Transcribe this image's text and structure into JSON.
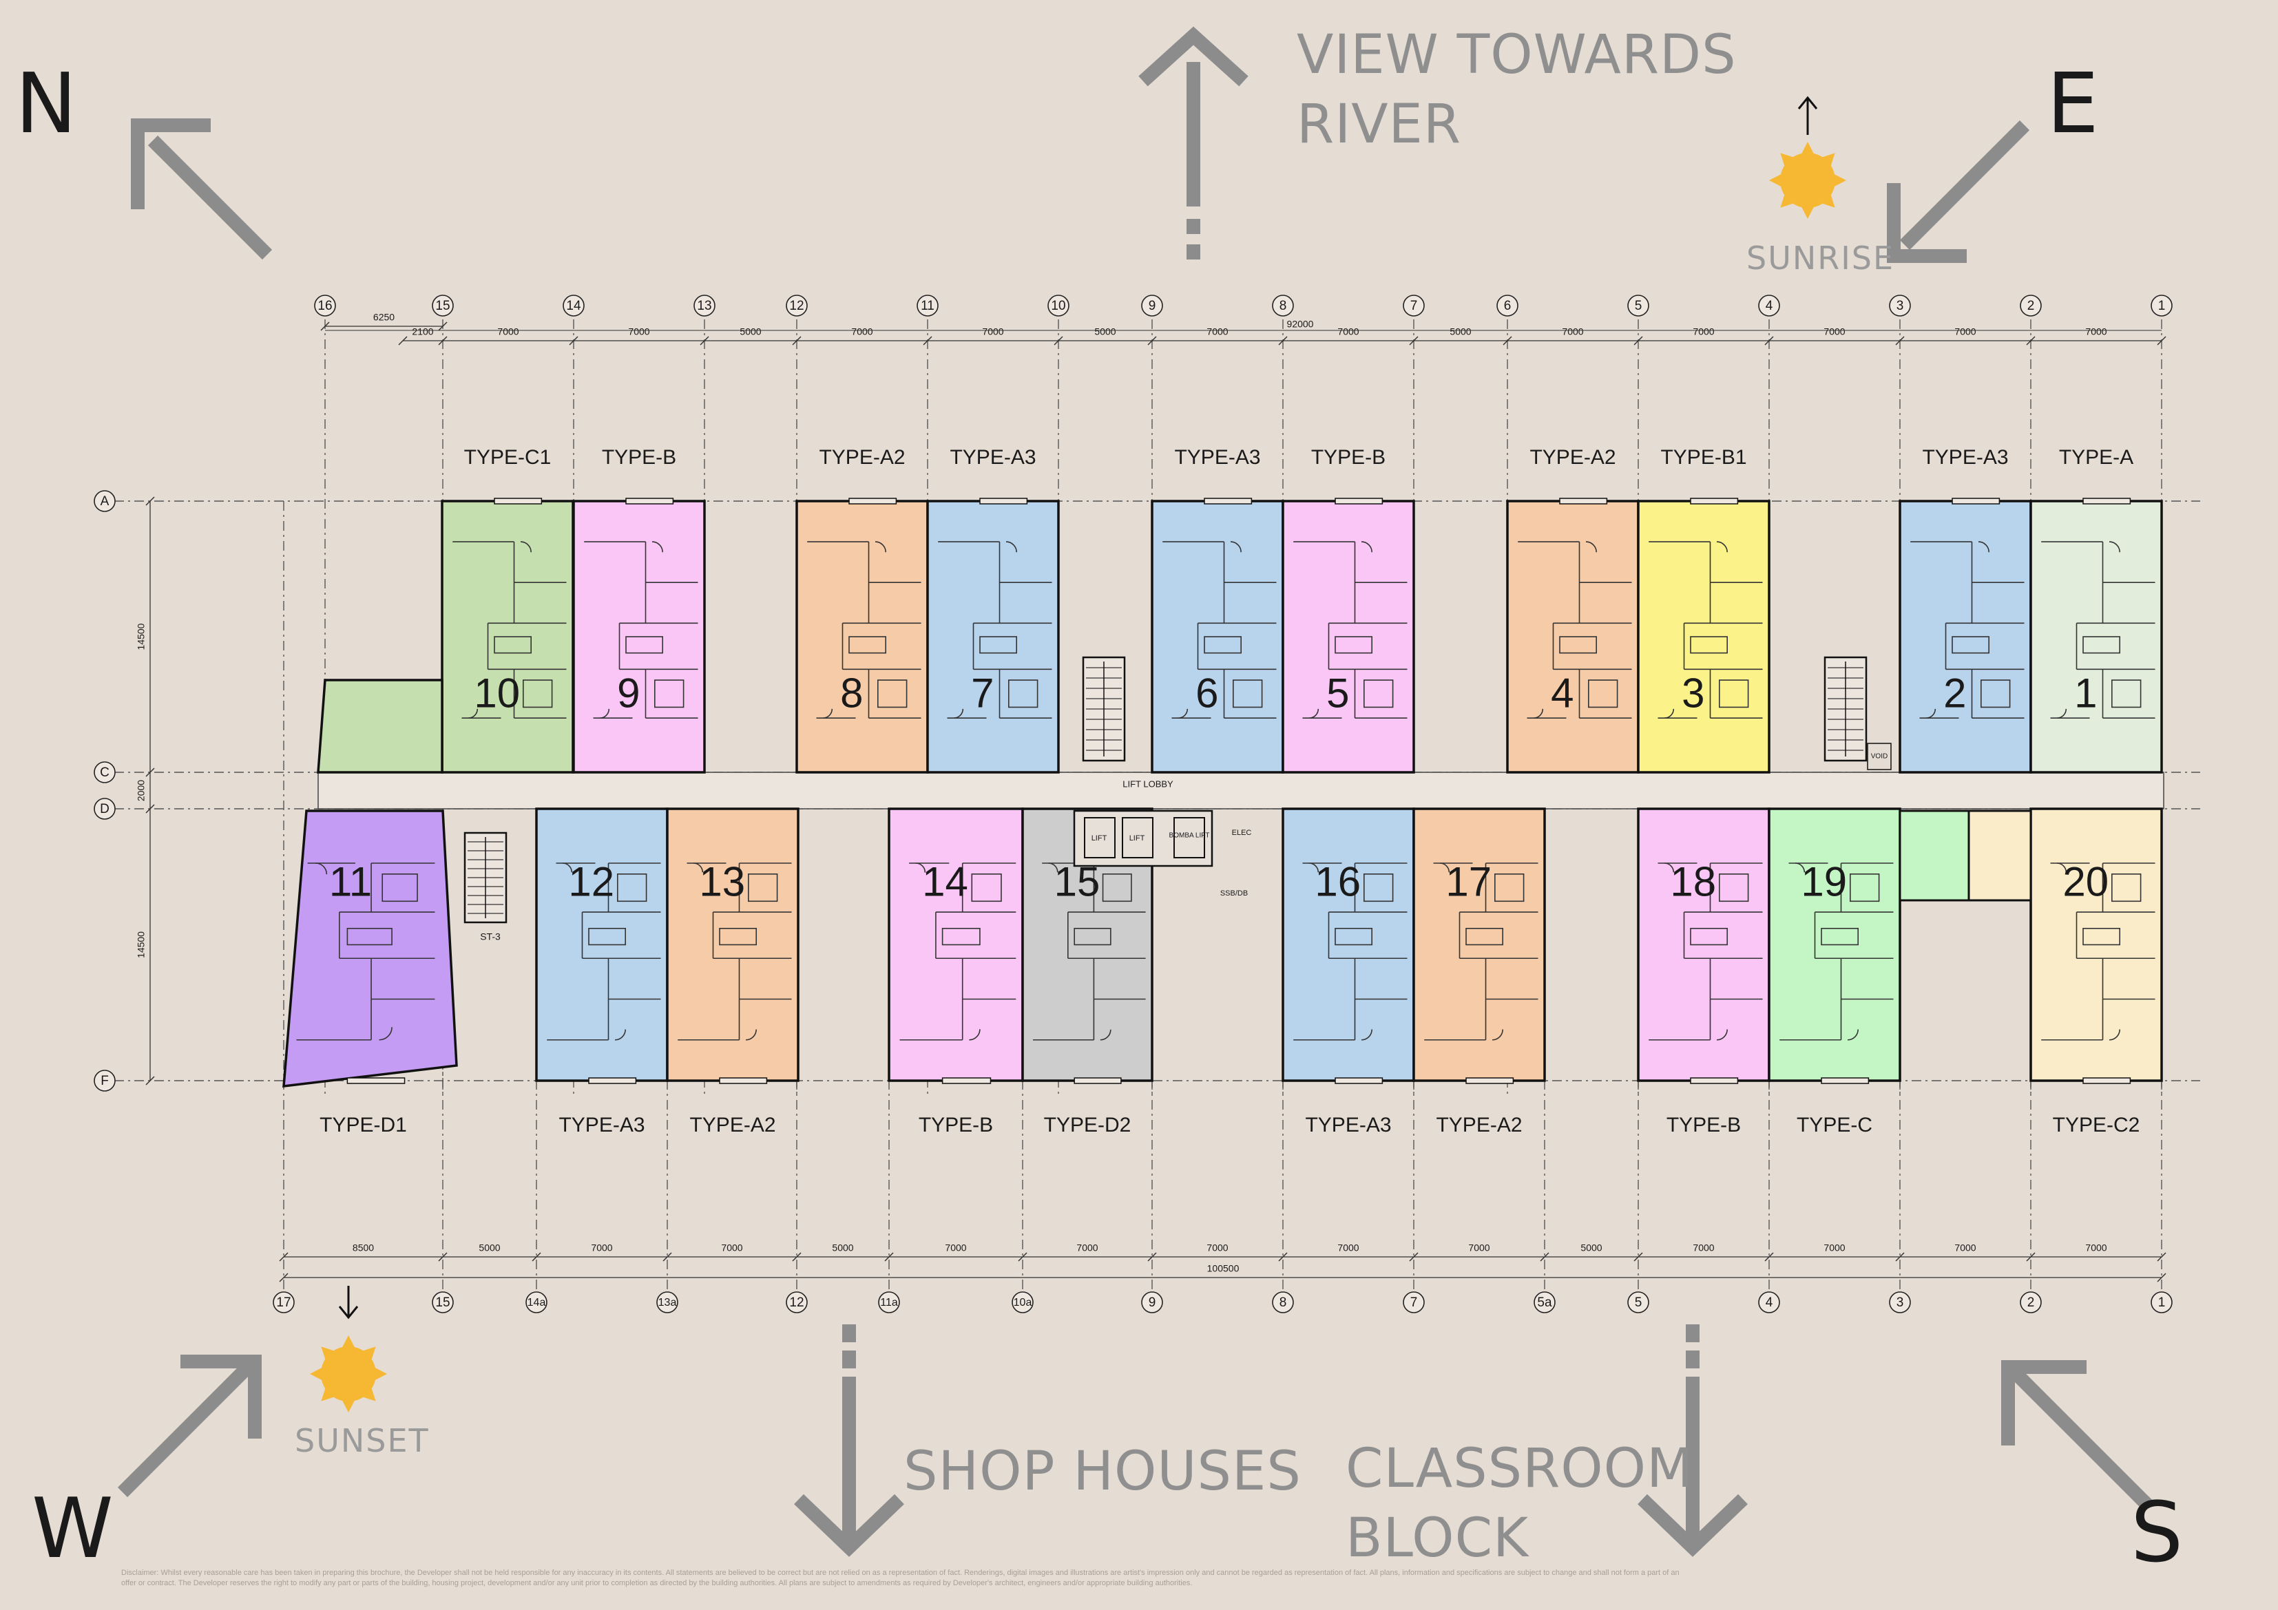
{
  "compass": {
    "north": "N",
    "east": "E",
    "west": "W",
    "south": "S"
  },
  "views": {
    "top": [
      "VIEW TOWARDS",
      "RIVER"
    ],
    "bottom_left": [
      "SHOP HOUSES"
    ],
    "bottom_right": [
      "CLASSROOM",
      "BLOCK"
    ]
  },
  "sun": {
    "sunrise": "SUNRISE",
    "sunset": "SUNSET"
  },
  "colors": {
    "background": "#e5dcd3",
    "arrow": "#8c8c8c",
    "sun": "#f6b833",
    "TYPE-A": "#e2eedb",
    "TYPE-A2": "#f6cba8",
    "TYPE-A3": "#b8d3ec",
    "TYPE-B": "#f9c6f5",
    "TYPE-B1": "#fbf38a",
    "TYPE-C": "#c4f5c4",
    "TYPE-C1": "#c5dfae",
    "TYPE-C2": "#faebc9",
    "TYPE-D1": "#c59cf4",
    "TYPE-D2": "#cdcdcd"
  },
  "grid_top": [
    "16",
    "15",
    "14",
    "13",
    "12",
    "11",
    "10",
    "9",
    "8",
    "7",
    "6",
    "5",
    "4",
    "3",
    "2",
    "1"
  ],
  "grid_bottom": [
    "17",
    "15",
    "14a",
    "13a",
    "12",
    "11a",
    "10a",
    "9",
    "8",
    "7",
    "5a",
    "5",
    "4",
    "3",
    "2",
    "1"
  ],
  "grid_rows": [
    "A",
    "C",
    "D",
    "F"
  ],
  "dims_top": [
    "2100",
    "7000",
    "7000",
    "5000",
    "7000",
    "7000",
    "5000",
    "7000",
    "7000",
    "5000",
    "7000",
    "7000",
    "7000",
    "7000",
    "7000"
  ],
  "dims_top_extra": {
    "first": "6250",
    "overall": "92000"
  },
  "dims_bottom": [
    "8500",
    "5000",
    "7000",
    "7000",
    "5000",
    "7000",
    "7000",
    "7000",
    "7000",
    "7000",
    "5000",
    "7000",
    "7000",
    "7000",
    "7000"
  ],
  "dims_bottom_overall": "100500",
  "dims_vertical": [
    "14500",
    "2000",
    "14500"
  ],
  "units_top": [
    {
      "num": "10",
      "type": "TYPE-C1"
    },
    {
      "num": "9",
      "type": "TYPE-B"
    },
    {
      "num": "8",
      "type": "TYPE-A2"
    },
    {
      "num": "7",
      "type": "TYPE-A3"
    },
    {
      "num": "6",
      "type": "TYPE-A3"
    },
    {
      "num": "5",
      "type": "TYPE-B"
    },
    {
      "num": "4",
      "type": "TYPE-A2"
    },
    {
      "num": "3",
      "type": "TYPE-B1"
    },
    {
      "num": "2",
      "type": "TYPE-A3"
    },
    {
      "num": "1",
      "type": "TYPE-A"
    }
  ],
  "units_bottom": [
    {
      "num": "11",
      "type": "TYPE-D1"
    },
    {
      "num": "12",
      "type": "TYPE-A3"
    },
    {
      "num": "13",
      "type": "TYPE-A2"
    },
    {
      "num": "14",
      "type": "TYPE-B"
    },
    {
      "num": "15",
      "type": "TYPE-D2"
    },
    {
      "num": "16",
      "type": "TYPE-A3"
    },
    {
      "num": "17",
      "type": "TYPE-A2"
    },
    {
      "num": "18",
      "type": "TYPE-B"
    },
    {
      "num": "19",
      "type": "TYPE-C"
    },
    {
      "num": "20",
      "type": "TYPE-C2"
    }
  ],
  "core_labels": {
    "lift_lobby": "LIFT LOBBY",
    "lift": "LIFT",
    "bomba_lift": "BOMBA LIFT",
    "elec": "ELEC",
    "ssb_db": "SSB/DB",
    "void": "VOID",
    "stair": "ST-3"
  },
  "disclaimer": "Disclaimer: Whilst every reasonable care has been taken in preparing this brochure, the Developer shall not be held responsible for any inaccuracy in its contents. All statements are believed to be correct but are not relied on as a representation of fact. Renderings, digital images and illustrations are artist's impression only and cannot be regarded as representation of fact. All plans, information and specifications are subject to change and shall not form a part of an offer or contract. The Developer reserves the right to modify any part or parts of the building, housing project, development and/or any unit prior to completion as directed by the building authorities. All plans are subject to amendments as required by Developer's architect, engineers and/or appropriate building authorities."
}
